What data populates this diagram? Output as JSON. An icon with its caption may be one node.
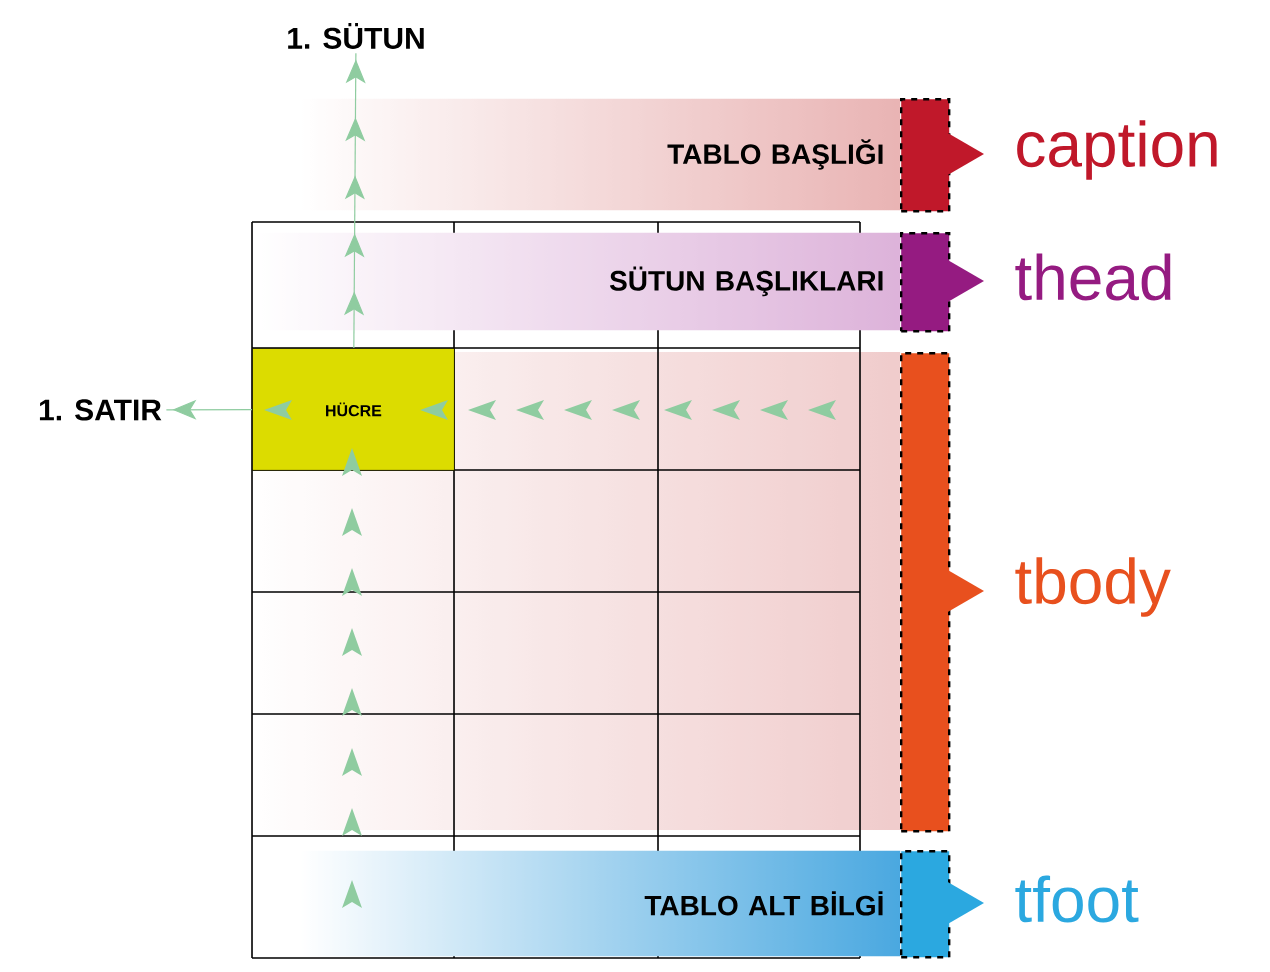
{
  "diagram": {
    "nodes": [
      {
        "text": [
          "1. SÜTUN"
        ]
      },
      {
        "text": [
          "TABLO BAŞLIĞI"
        ]
      },
      {
        "text": [
          "caption"
        ]
      },
      {
        "text": [
          "SÜTUN BAŞLIKLARI"
        ]
      },
      {
        "text": [
          "thead"
        ]
      },
      {
        "text": [
          "1. SATIR"
        ]
      },
      {
        "text": [
          "HÜCRE"
        ]
      },
      {
        "text": [
          "tbody"
        ]
      },
      {
        "text": [
          "TABLO ALT BİLGİ"
        ]
      },
      {
        "text": [
          "tfoot"
        ]
      }
    ],
    "edges": [
      {
        "from": 6,
        "to": 0,
        "arrow": "to"
      },
      {
        "from": 6,
        "to": 5,
        "arrow": "to"
      }
    ]
  }
}
